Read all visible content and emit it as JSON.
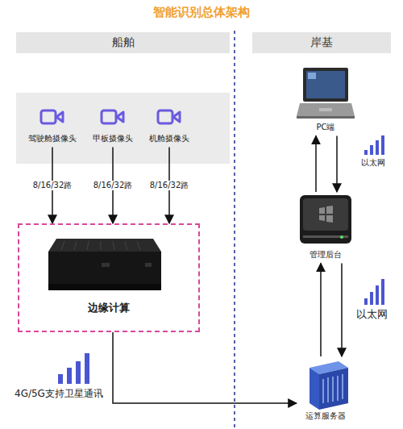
{
  "diagram": {
    "title": "智能识别总体架构",
    "nodes": [
      {
        "text": [
          "船舶"
        ]
      },
      {
        "text": [
          "岸基"
        ]
      },
      {
        "text": [
          "驾驶舱摄像头"
        ]
      },
      {
        "text": [
          "甲板摄像头"
        ]
      },
      {
        "text": [
          "机舱摄像头"
        ]
      },
      {
        "text": [
          "边缘计算"
        ]
      },
      {
        "text": [
          "PC端"
        ]
      },
      {
        "text": [
          "管理后台"
        ]
      },
      {
        "text": [
          "运算服务器"
        ]
      }
    ],
    "edges": [
      {
        "from": 2,
        "to": 5,
        "arrow": "to",
        "label": "8/16/32路"
      },
      {
        "from": 3,
        "to": 5,
        "arrow": "to",
        "label": "8/16/32路"
      },
      {
        "from": 4,
        "to": 5,
        "arrow": "to",
        "label": "8/16/32路"
      },
      {
        "from": 7,
        "to": 6,
        "arrow": "to"
      },
      {
        "from": 6,
        "to": 7,
        "arrow": "to"
      },
      {
        "from": 8,
        "to": 7,
        "arrow": "to"
      },
      {
        "from": 7,
        "to": 8,
        "arrow": "to"
      },
      {
        "from": 5,
        "to": 8,
        "arrow": "to"
      }
    ],
    "labels": [
      "以太网",
      "以太网",
      "4G/5G支持卫星通讯"
    ]
  }
}
